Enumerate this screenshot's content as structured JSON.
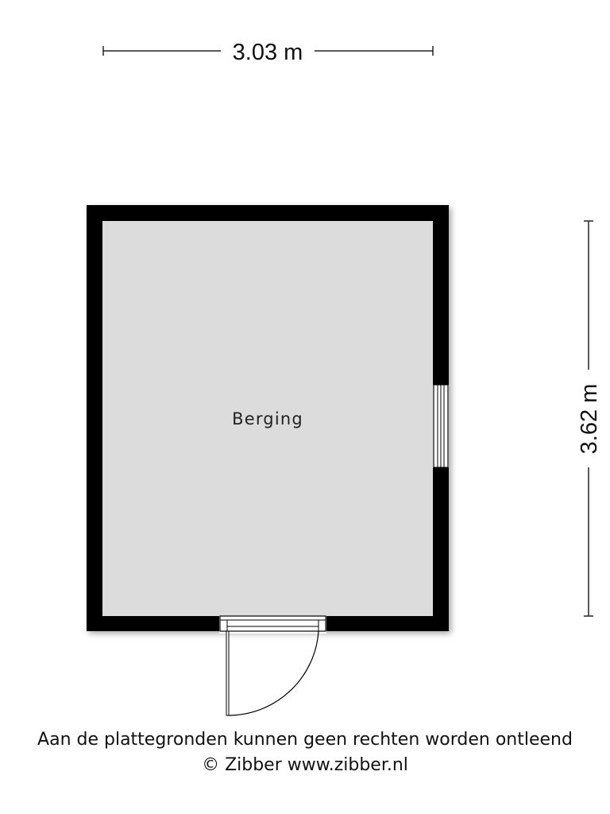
{
  "plan": {
    "width_dimension": "3.03 m",
    "height_dimension": "3.62 m",
    "room_name": "Berging",
    "colors": {
      "wall": "#000000",
      "floor": "#dcdcdc",
      "dimension_line": "#222222",
      "background": "#ffffff"
    }
  },
  "footer": {
    "disclaimer": "Aan de plattegronden kunnen geen rechten worden ontleend",
    "copyright": "© Zibber www.zibber.nl"
  }
}
